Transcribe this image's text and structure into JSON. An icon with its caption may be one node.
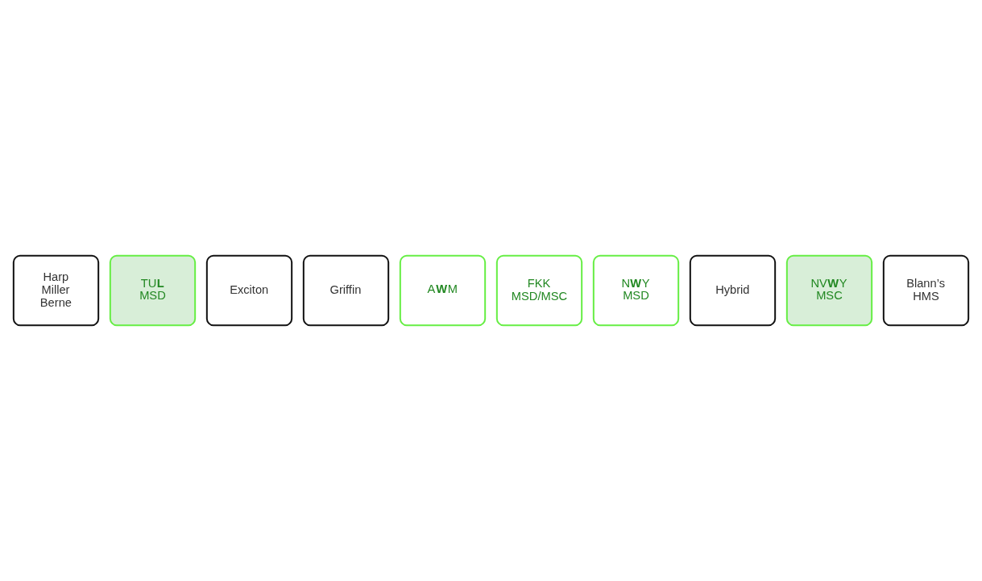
{
  "diagram": {
    "nodes": [
      {
        "text": [
          "Harp Miller Berne"
        ]
      },
      {
        "text": [
          "TU**L** MSD"
        ]
      },
      {
        "text": [
          "Exciton"
        ]
      },
      {
        "text": [
          "Griffin"
        ]
      },
      {
        "text": [
          "A**W**M"
        ]
      },
      {
        "text": [
          "FKK MSD/MSC"
        ]
      },
      {
        "text": [
          "N**W**Y MSD"
        ]
      },
      {
        "text": [
          "Hybrid"
        ]
      },
      {
        "text": [
          "NV**W**Y MSC"
        ]
      },
      {
        "text": [
          "Blann’s HMS"
        ]
      }
    ]
  }
}
